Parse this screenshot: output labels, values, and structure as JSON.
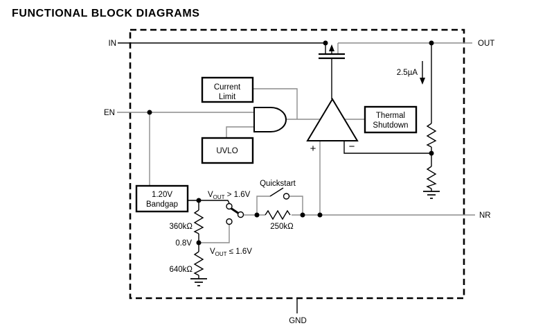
{
  "title": "FUNCTIONAL BLOCK DIAGRAMS",
  "pins": {
    "in": "IN",
    "en": "EN",
    "out": "OUT",
    "nr": "NR",
    "gnd": "GND"
  },
  "blocks": {
    "current_limit": {
      "line1": "Current",
      "line2": "Limit"
    },
    "uvlo": {
      "label": "UVLO"
    },
    "thermal_shutdown": {
      "line1": "Thermal",
      "line2": "Shutdown"
    },
    "bandgap": {
      "line1": "1.20V",
      "line2": "Bandgap"
    }
  },
  "amplifier": {
    "plus": "+",
    "minus": "−"
  },
  "annotations": {
    "quiescent_current": "2.5µA",
    "quickstart": "Quickstart",
    "vout_gt": {
      "v": "V",
      "sub": "OUT",
      "rest": " > 1.6V"
    },
    "vout_le": {
      "v": "V",
      "sub": "OUT",
      "rest": " ≤ 1.6V"
    },
    "tap_voltage": "0.8V"
  },
  "resistors": {
    "divider_top": "360kΩ",
    "divider_bottom": "640kΩ",
    "nr_series": "250kΩ"
  },
  "colors": {
    "wire_gray": "#8c8c8c",
    "ink": "#000000",
    "background": "#ffffff"
  }
}
